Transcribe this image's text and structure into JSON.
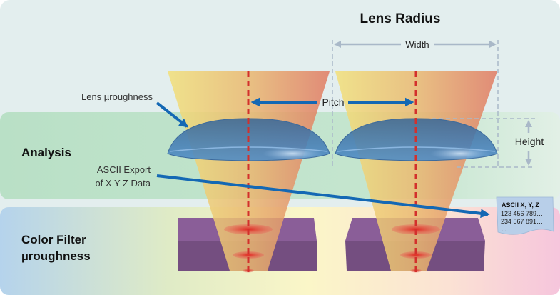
{
  "title": "Lens Radius",
  "sections": {
    "analysis": "Analysis",
    "color_filter_line1": "Color Filter",
    "color_filter_line2": "µroughness"
  },
  "annotations": {
    "lens_roughness": "Lens µroughness",
    "ascii_export_line1": "ASCII Export",
    "ascii_export_line2": "of X Y Z Data",
    "pitch": "Pitch",
    "width": "Width",
    "height": "Height"
  },
  "ascii_doc": {
    "header": "ASCII X, Y, Z",
    "rows": [
      "123 456 789…",
      "234 567 891…",
      "…"
    ]
  },
  "colors": {
    "top_band": "#e3eeee",
    "analysis_band": "#b9e0c6",
    "filter_band_left": "#b5d3ec",
    "filter_band_mid": "#fbf6c8",
    "filter_band_right": "#f6c9dc",
    "arrow_blue": "#1468b4",
    "lens_blue": "#3f76a8",
    "filter_purple": "#7a4f8c",
    "dim_gray": "#a9b8c8",
    "laser_red": "#d3302c"
  }
}
